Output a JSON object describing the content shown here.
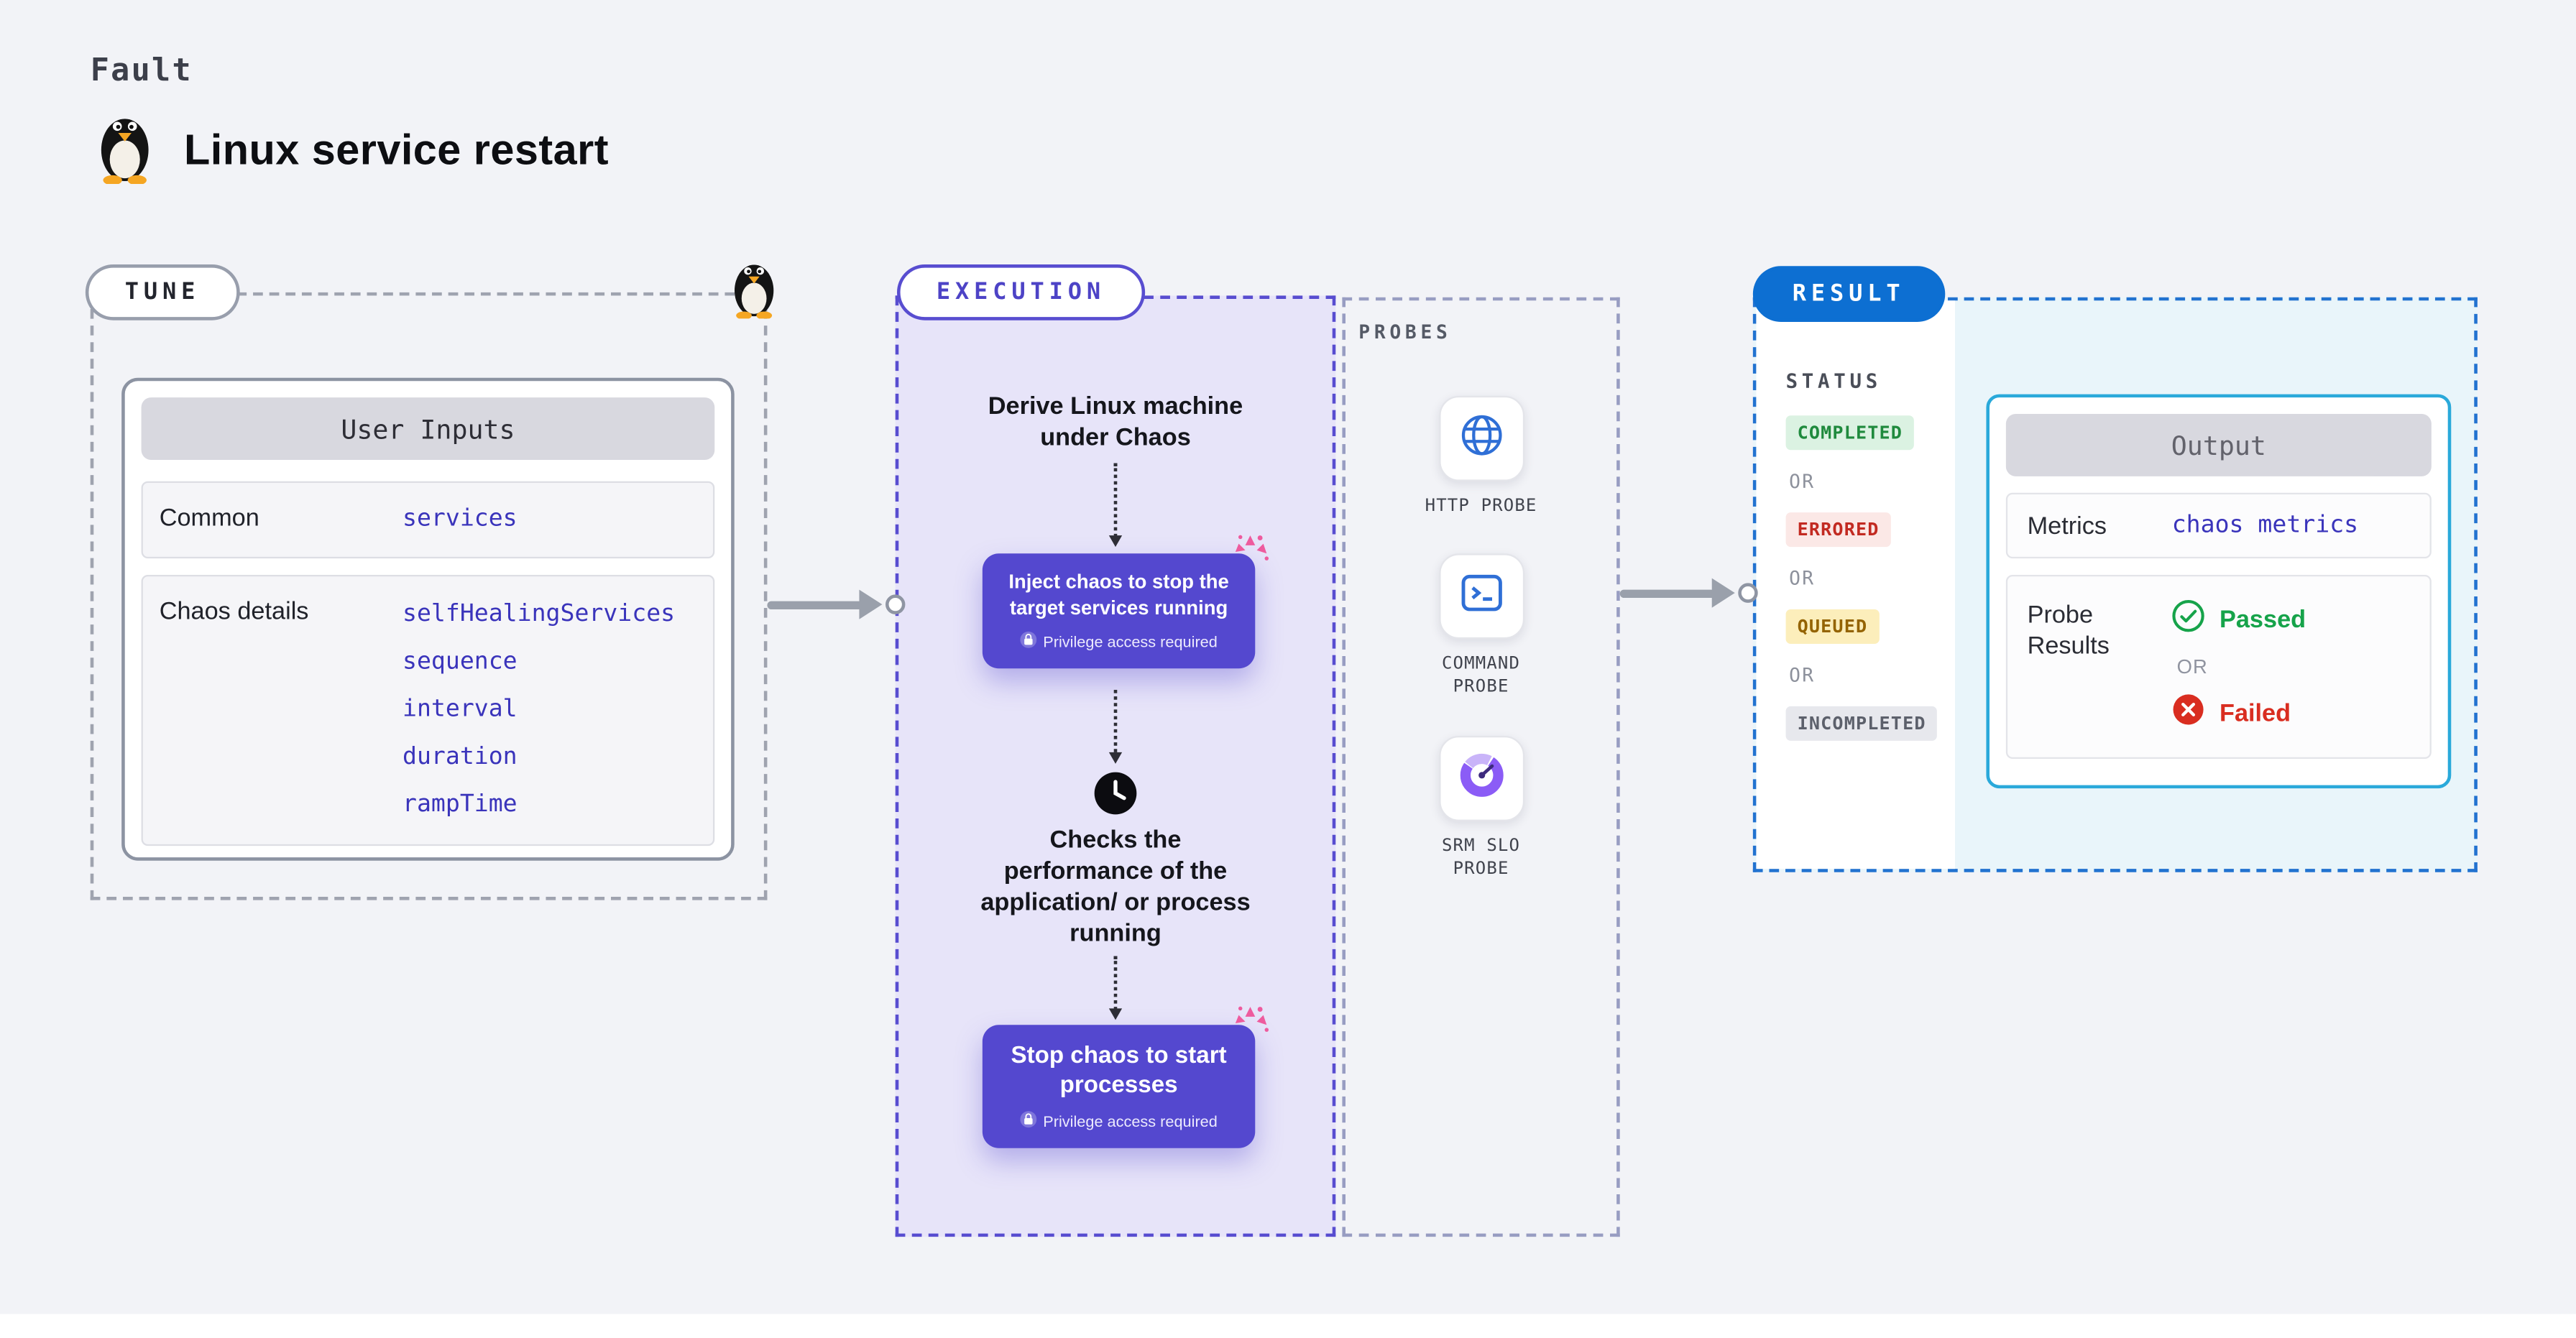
{
  "page": {
    "eyebrow": "Fault",
    "title": "Linux service restart"
  },
  "tune": {
    "label": "TUNE",
    "card": {
      "title": "User Inputs",
      "rows": [
        {
          "label": "Common",
          "values": [
            "services"
          ]
        },
        {
          "label": "Chaos details",
          "values": [
            "selfHealingServices",
            "sequence",
            "interval",
            "duration",
            "rampTime"
          ]
        }
      ]
    }
  },
  "execution": {
    "label": "EXECUTION",
    "derive_text": "Derive Linux machine under Chaos",
    "inject": {
      "title": "Inject chaos to stop the target services running",
      "badge": "Privilege access required"
    },
    "checks_text": "Checks the performance of the application/ or process running",
    "stop": {
      "title": "Stop chaos to start processes",
      "badge": "Privilege access required"
    }
  },
  "probes": {
    "label": "PROBES",
    "items": [
      {
        "name": "HTTP PROBE",
        "icon": "globe-icon"
      },
      {
        "name": "COMMAND PROBE",
        "icon": "terminal-icon"
      },
      {
        "name": "SRM SLO PROBE",
        "icon": "donut-chart-icon"
      }
    ]
  },
  "result": {
    "label": "RESULT",
    "status_heading": "STATUS",
    "or": "OR",
    "statuses": [
      {
        "label": "COMPLETED",
        "css": "color:#1f8a3d;background:#dbf2e2"
      },
      {
        "label": "ERRORED",
        "css": "color:#c22a21;background:#fbe8e6"
      },
      {
        "label": "QUEUED",
        "css": "color:#946300;background:#fceebb"
      },
      {
        "label": "INCOMPLETED",
        "css": "color:#5c606b;background:#e7e8ed"
      }
    ],
    "output": {
      "title": "Output",
      "metrics_label": "Metrics",
      "metrics_value": "chaos metrics",
      "probe_label": "Probe Results",
      "passed": "Passed",
      "or": "OR",
      "failed": "Failed"
    }
  },
  "colors": {
    "background": "#f2f3f7",
    "execution_fill": "#e7e4f9",
    "execution_accent": "#5448cf",
    "result_accent": "#0d6fd2",
    "output_border": "#2aa9da",
    "code_text": "#3a34bb",
    "passed_green": "#16a34a",
    "failed_red": "#d92d20",
    "confetti_pink": "#ee5b9e"
  }
}
